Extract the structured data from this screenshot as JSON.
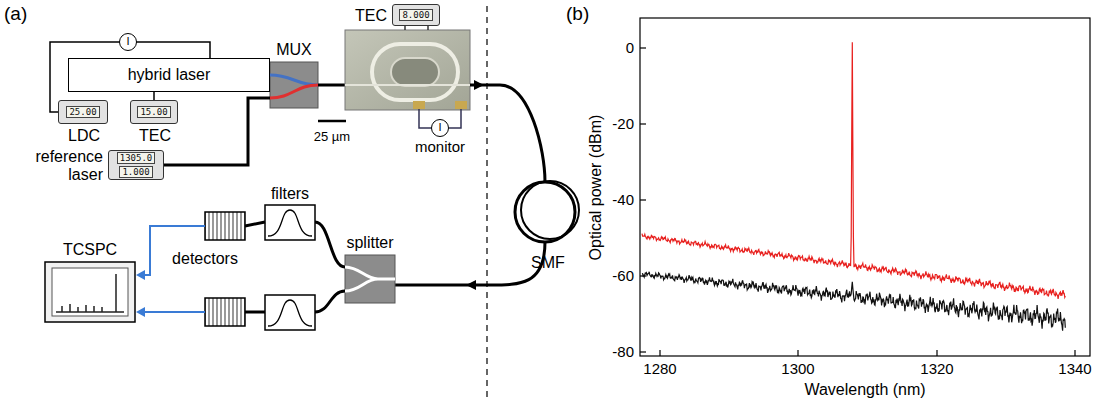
{
  "diagram": {
    "nodes": [
      {
        "text": [
          "hybrid laser"
        ]
      },
      {
        "text": [
          "25.00",
          "LDC"
        ]
      },
      {
        "text": [
          "15.00",
          "TEC"
        ]
      },
      {
        "text": [
          "1305.0",
          "1.000",
          "reference laser"
        ]
      },
      {
        "text": [
          "MUX"
        ]
      },
      {
        "text": [
          "8.000",
          "TEC"
        ]
      },
      {
        "text": [
          "splitter"
        ]
      },
      {
        "text": [
          "TCSPC"
        ]
      }
    ],
    "edges": [
      {
        "from": 1,
        "to": 0,
        "arrow": "none",
        "label": "I"
      },
      {
        "from": 2,
        "to": 0,
        "arrow": "none"
      },
      {
        "from": 0,
        "to": 4,
        "arrow": "none"
      },
      {
        "from": 3,
        "to": 4,
        "arrow": "none"
      }
    ],
    "labels": [
      "(a)",
      "25 µm",
      "I",
      "monitor",
      "SMF",
      "filters",
      "detectors",
      "(b)",
      "0",
      "-20",
      "-40",
      "-60",
      "-80",
      "1280",
      "1300",
      "1320",
      "1340",
      "Optical power (dBm)",
      "Wavelength (nm)"
    ]
  }
}
